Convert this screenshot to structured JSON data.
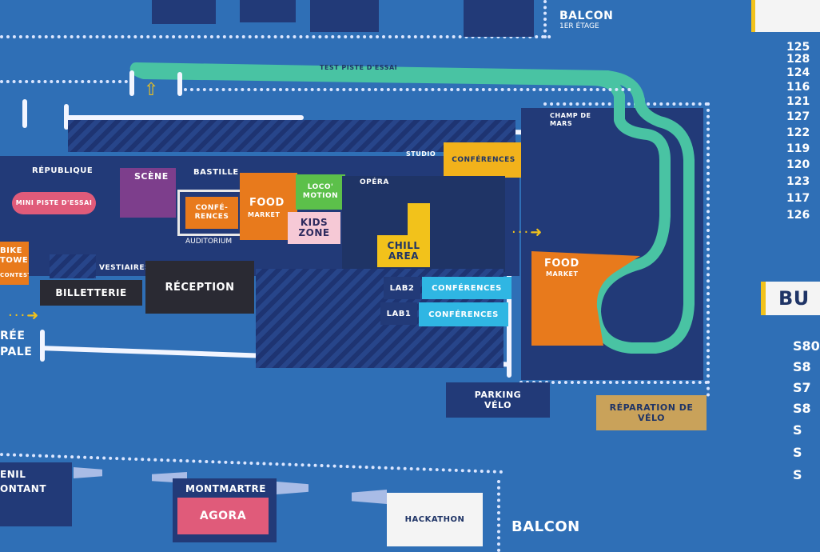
{
  "zones": {
    "republique": "RÉPUBLIQUE",
    "mini_piste": "MINI PISTE D'ESSAI",
    "scene": "SCÈNE",
    "bastille": "BASTILLE",
    "conf_small": "CONFÉ-RENCES",
    "auditorium": "AUDITORIUM",
    "food_left": "FOOD",
    "market_left": "MARKET",
    "loco_motion": "LOCO' MOTION",
    "kids_zone": "KIDS ZONE",
    "studio": "STUDIO",
    "studio_conf": "CONFÉRENCES",
    "opera": "OPÉRA",
    "chill_area": "CHILL AREA",
    "lab2": "LAB2",
    "lab2_conf": "CONFÉRENCES",
    "lab1": "LAB1",
    "lab1_conf": "CONFÉRENCES",
    "vestiaires": "VESTIAIRES",
    "billetterie": "BILLETTERIE",
    "reception": "RÉCEPTION",
    "bike_tower": "BIKE TOWER",
    "bike_contest": "CONTEST",
    "entree": "RÉE",
    "entree2": "PALE",
    "champ_de_mars": "CHAMP DE MARS",
    "food_right": "FOOD",
    "market_right": "MARKET",
    "parking_velo": "PARKING VÉLO",
    "reparation_velo": "RÉPARATION DE VÉLO",
    "balcon_top": "BALCON",
    "balcon_top_sub": "1ER ÉTAGE",
    "test_track_label": "TEST PISTE D'ESSAI",
    "montmartre": "MONTMARTRE",
    "agora": "AGORA",
    "menil": "ENIL",
    "montant": "ONTANT",
    "balcon_bottom": "BALCON",
    "hackathon": "HACKATHON",
    "bu_partial": "BU"
  },
  "right_numbers": [
    "125",
    "128",
    "124",
    "116",
    "121",
    "127",
    "122",
    "119",
    "120",
    "123",
    "117",
    "126"
  ],
  "s_numbers": [
    "S80",
    "S8",
    "S7",
    "S8",
    "S",
    "S",
    "S"
  ],
  "colors": {
    "background": "#2f6fb6",
    "navy": "#223a78",
    "orange": "#e87a1c",
    "yellow": "#f2c21b",
    "green": "#5cc04a",
    "pink": "#e05b7a",
    "purple": "#7d3e8c",
    "cyan": "#2fb6e3",
    "teal_track": "#49c3a3",
    "tan": "#c9a25a"
  }
}
